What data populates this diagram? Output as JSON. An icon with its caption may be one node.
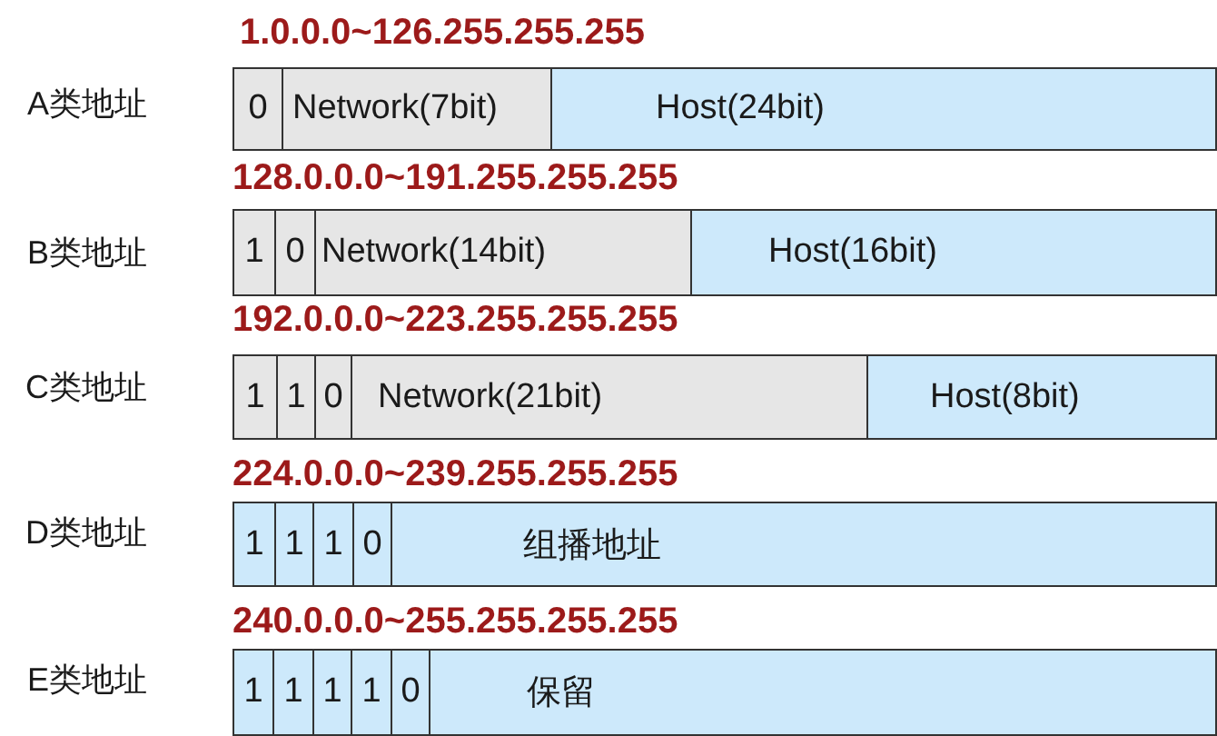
{
  "diagram": {
    "nodes": [
      {
        "text": [
          "0"
        ]
      },
      {
        "text": [
          "Network(7bit)"
        ]
      },
      {
        "text": [
          "Host(24bit)"
        ]
      },
      {
        "text": [
          "1"
        ]
      },
      {
        "text": [
          "0"
        ]
      },
      {
        "text": [
          "Network(14bit)"
        ]
      },
      {
        "text": [
          "Host(16bit)"
        ]
      },
      {
        "text": [
          "1"
        ]
      },
      {
        "text": [
          "1"
        ]
      },
      {
        "text": [
          "0"
        ]
      },
      {
        "text": [
          "Network(21bit)"
        ]
      },
      {
        "text": [
          "Host(8bit)"
        ]
      },
      {
        "text": [
          "1"
        ]
      },
      {
        "text": [
          "1"
        ]
      },
      {
        "text": [
          "1"
        ]
      },
      {
        "text": [
          "0"
        ]
      },
      {
        "text": [
          "组播地址"
        ]
      },
      {
        "text": [
          "1"
        ]
      },
      {
        "text": [
          "1"
        ]
      },
      {
        "text": [
          "1"
        ]
      },
      {
        "text": [
          "1"
        ]
      },
      {
        "text": [
          "0"
        ]
      },
      {
        "text": [
          "保留"
        ]
      }
    ],
    "labels": [
      "1.0.0.0~126.255.255.255",
      "A类地址",
      "128.0.0.0~191.255.255.255",
      "B类地址",
      "192.0.0.0~223.255.255.255",
      "C类地址",
      "224.0.0.0~239.255.255.255",
      "D类地址",
      "240.0.0.0~255.255.255.255",
      "E类地址"
    ]
  }
}
